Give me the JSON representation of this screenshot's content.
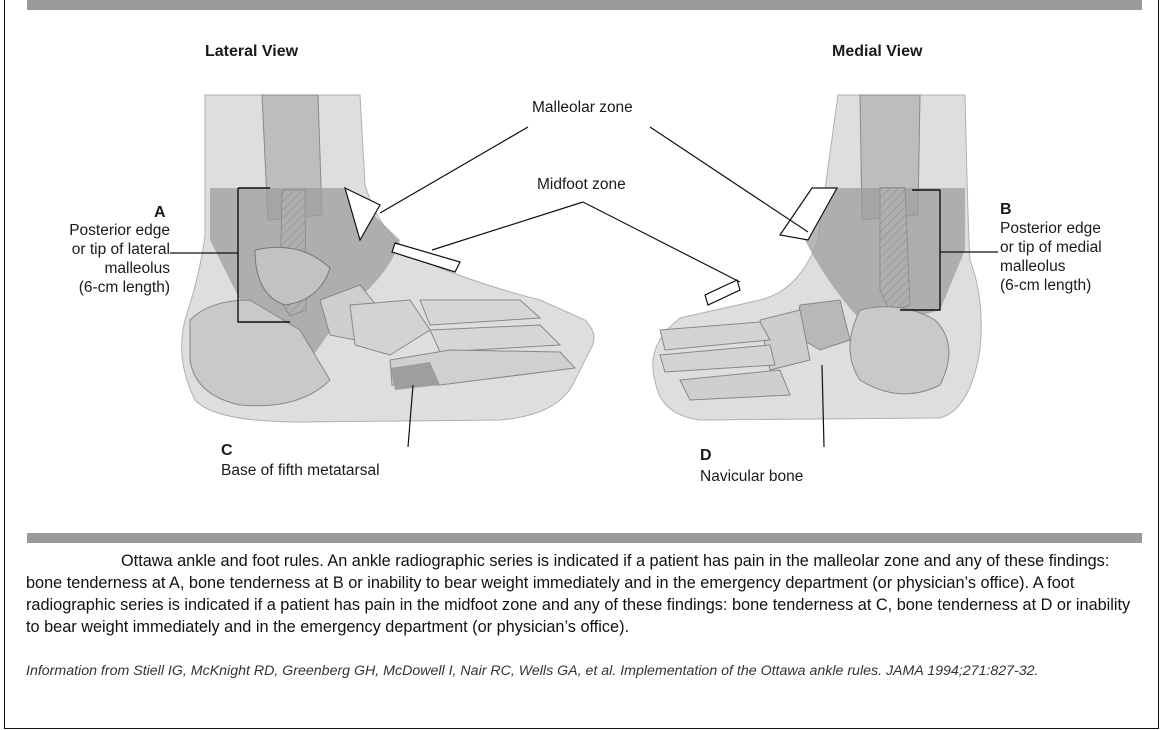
{
  "figure": {
    "lateral_view_title": "Lateral View",
    "medial_view_title": "Medial View",
    "malleolar_zone": "Malleolar zone",
    "midfoot_zone": "Midfoot zone",
    "point_a": {
      "letter": "A",
      "lines": [
        "Posterior edge",
        "or tip of lateral",
        "malleolus",
        "(6-cm length)"
      ]
    },
    "point_b": {
      "letter": "B",
      "lines": [
        "Posterior edge",
        "or tip of medial",
        "malleolus",
        "(6-cm length)"
      ]
    },
    "point_c": {
      "letter": "C",
      "text": "Base of fifth metatarsal"
    },
    "point_d": {
      "letter": "D",
      "text": "Navicular bone"
    }
  },
  "caption": "Ottawa ankle and foot rules. An ankle radiographic series is indicated if a patient has pain in the malleolar zone and any of these findings: bone tenderness at A, bone tenderness at B or inability to bear weight immediately and in the emergency department (or physician’s office). A foot radiographic series is indicated if a patient has pain in the midfoot zone and any of these findings: bone tenderness at C, bone tenderness at D or inability to bear weight immediately and in the emergency department (or physician’s office).",
  "source": "Information from Stiell IG, McKnight RD, Greenberg GH, McDowell I, Nair RC, Wells GA, et al. Implementation of the Ottawa ankle rules. JAMA 1994;271:827-32.",
  "colors": {
    "rule": "#9a9a9a",
    "skin": "#dcdcdc",
    "zone": "#9c9c9c",
    "bone": "#c8c8c8"
  }
}
